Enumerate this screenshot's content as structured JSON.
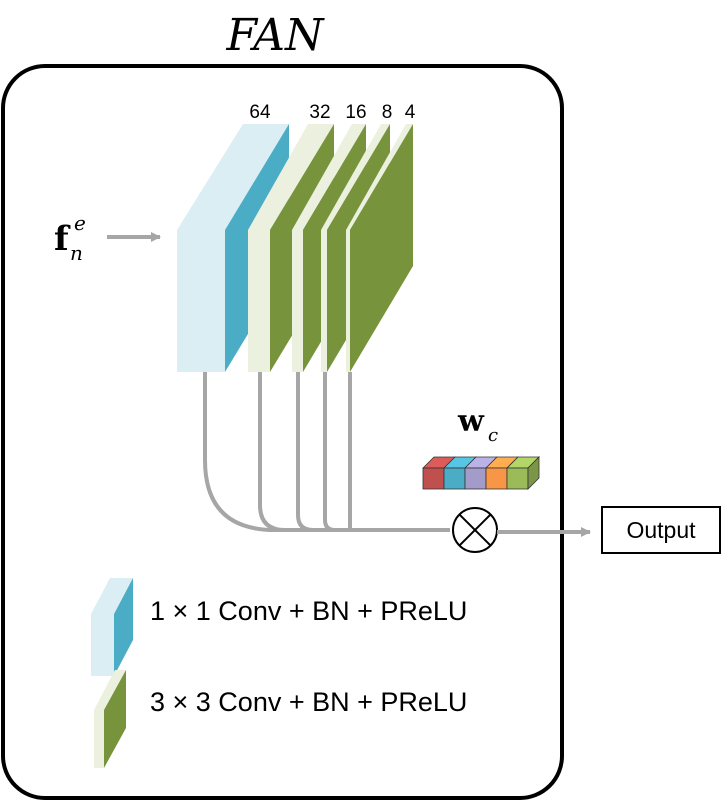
{
  "title": "FAN",
  "input": {
    "symbol": "f",
    "superscript": "e",
    "subscript": "n"
  },
  "channels": [
    "64",
    "32",
    "16",
    "8",
    "4"
  ],
  "weight": {
    "symbol": "w",
    "subscript": "c"
  },
  "weight_colors": [
    "#c0504d",
    "#4bacc6",
    "#a39bc9",
    "#f79646",
    "#9bbb59"
  ],
  "output_label": "Output",
  "legend": [
    {
      "label": "1 × 1 Conv + BN + PReLU",
      "icon": "conv1x1-block-icon"
    },
    {
      "label": "3 × 3 Conv + BN + PReLU",
      "icon": "conv3x3-block-icon"
    }
  ],
  "colors": {
    "conv1x1_front": "#daeef3",
    "conv1x1_side": "#4bacc6",
    "conv3x3_front": "#ebf1de",
    "conv3x3_side": "#77933c",
    "connector": "#a6a6a6",
    "frame": "#000000"
  }
}
